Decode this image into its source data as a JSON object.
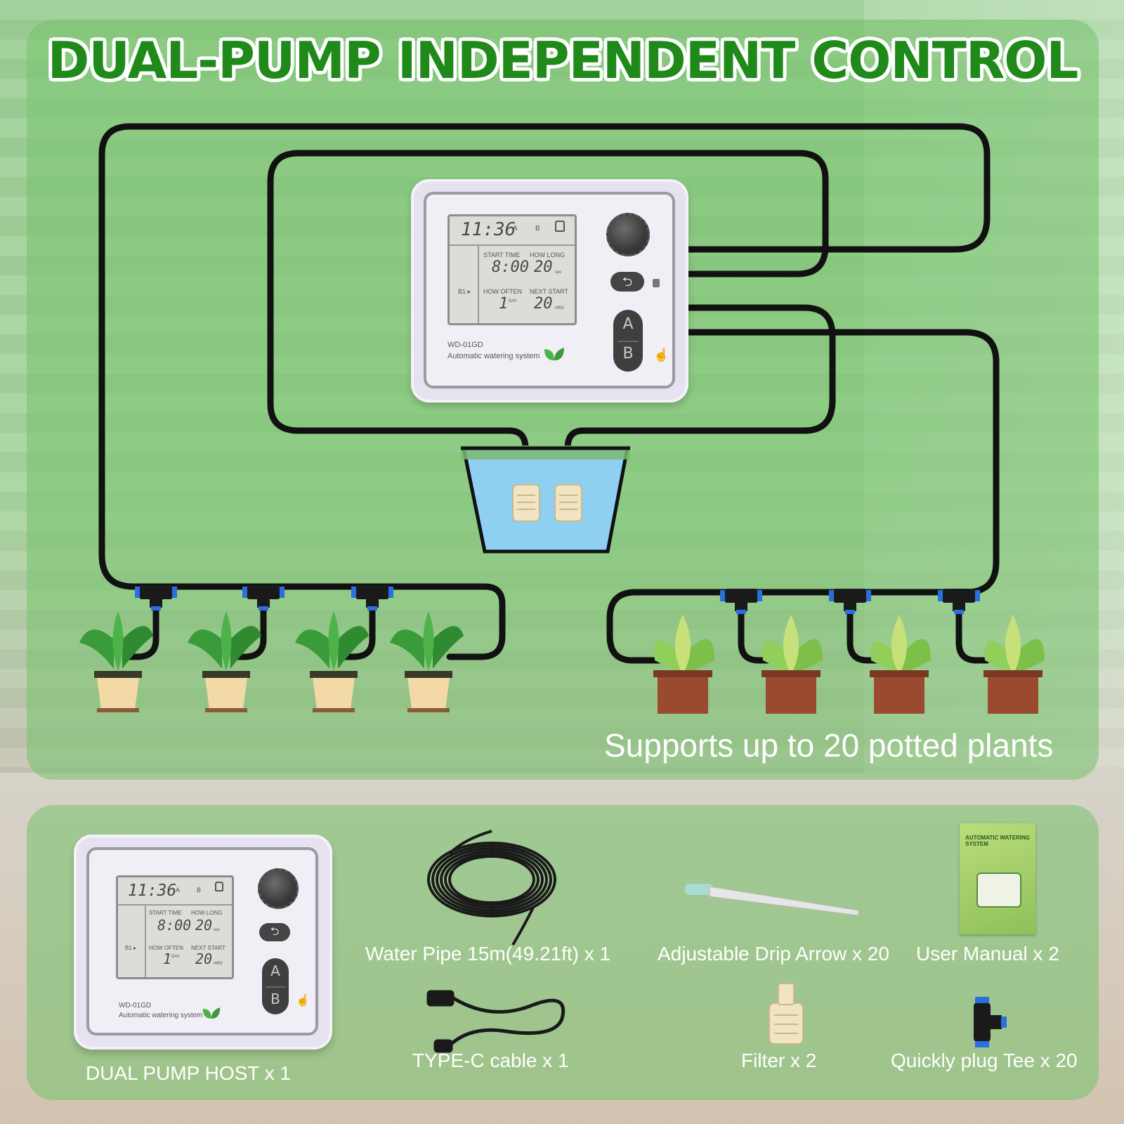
{
  "headline": "DUAL-PUMP INDEPENDENT CONTROL",
  "caption": "Supports up to 20 potted plants",
  "device": {
    "time": "11:36",
    "indicator_a": "A",
    "indicator_b": "B",
    "start_time_label": "START TIME",
    "how_long_label": "HOW LONG",
    "start_time_value": "8:00",
    "how_long_value": "20",
    "how_long_unit": "sec",
    "channel_label": "B1 ▸",
    "how_often_label": "HOW OFTEN",
    "next_start_label": "NEXT START",
    "how_often_value": "1",
    "how_often_unit": "DAY",
    "next_start_value": "20",
    "next_start_unit": "HRS",
    "model": "WD-01GD",
    "subtitle": "Automatic watering system",
    "button_a": "A",
    "button_b": "B"
  },
  "package_items": [
    {
      "label": "DUAL PUMP HOST x 1",
      "icon": "dual-pump-host"
    },
    {
      "label": "Water Pipe 15m(49.21ft) x 1",
      "icon": "water-pipe-coil"
    },
    {
      "label": "Adjustable Drip Arrow x 20",
      "icon": "drip-arrow"
    },
    {
      "label": "User Manual x 2",
      "icon": "user-manual"
    },
    {
      "label": "TYPE-C cable x 1",
      "icon": "usb-cable"
    },
    {
      "label": "Filter x 2",
      "icon": "filter"
    },
    {
      "label": "Quickly plug Tee x 20",
      "icon": "tee-connector"
    }
  ],
  "manual": {
    "title": "AUTOMATIC WATERING SYSTEM"
  },
  "colors": {
    "headline_green": "#1f8a1a",
    "panel_green": "#78c36e",
    "water_blue": "#8fd0f2",
    "pot_beige": "#f2d9a6",
    "pot_brown": "#9a4a2e",
    "connector_blue": "#2a6fe0"
  }
}
